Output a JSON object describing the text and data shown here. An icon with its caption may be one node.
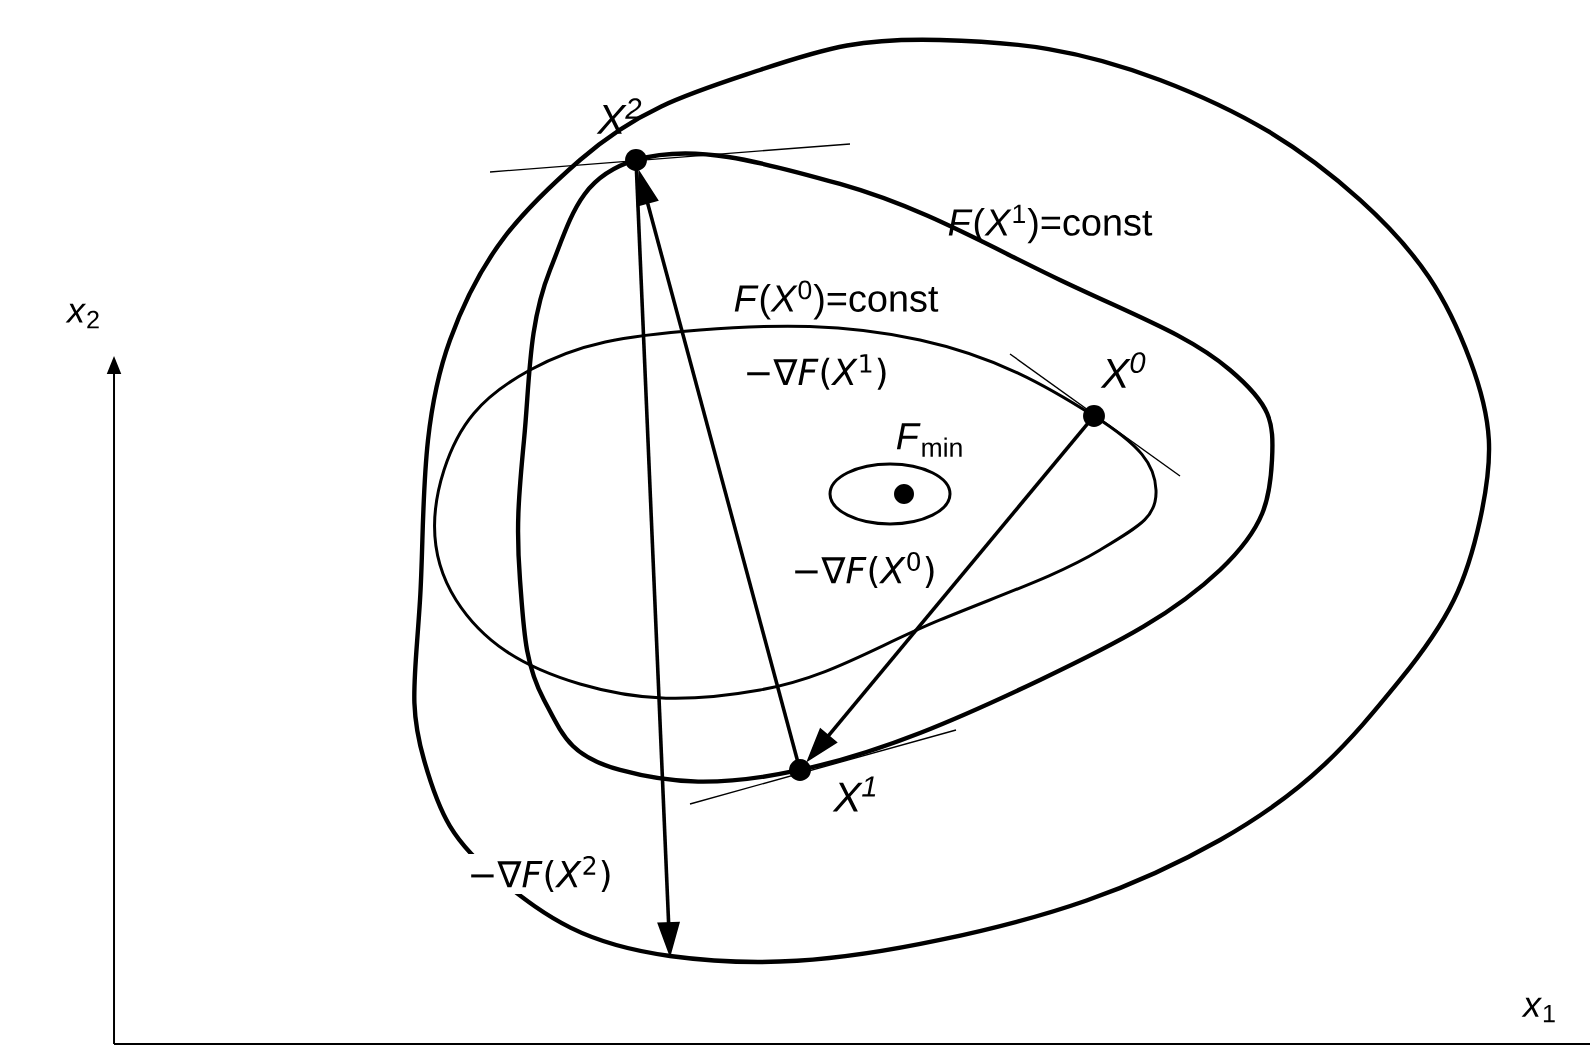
{
  "diagram": {
    "nodes": [
      {
        "text": [],
        "shape": "circle",
        "beside": [
          "X$^{0}$"
        ]
      },
      {
        "text": [],
        "shape": "circle",
        "beside": [
          "X$^{1}$"
        ]
      },
      {
        "text": [],
        "shape": "circle",
        "beside": [
          "X$^{2}$"
        ]
      }
    ],
    "edges": [
      {
        "from": 0,
        "to": 1,
        "arrow": "to",
        "label": "−∇*F*(*X*$^{0}$)"
      },
      {
        "from": 1,
        "to": 2,
        "arrow": "to",
        "label": "−∇*F*(*X*$^{1}$)"
      },
      {
        "from": 2,
        "to": null,
        "arrow": "to",
        "label": "−∇*F*(*X*$^{2}$)"
      }
    ],
    "labels": [
      "*F*(*X*$^{1}$)=const",
      "*F*(*X*$^{0}$)=const",
      "*F*$_{min}$",
      "*x*$_{2}$",
      "*x*$_{1}$"
    ]
  }
}
